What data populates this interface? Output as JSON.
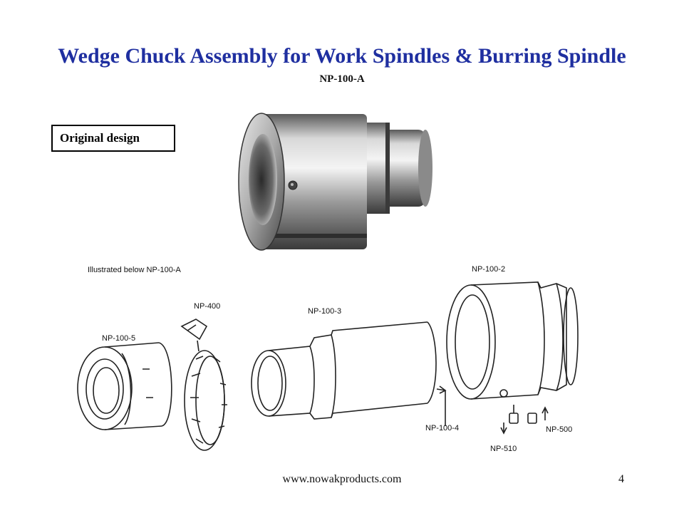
{
  "slide": {
    "title": "Wedge Chuck Assembly for Work Spindles & Burring Spindle",
    "subtitle": "NP-100-A",
    "original_design_label": "Original design"
  },
  "drawing": {
    "caption": "Illustrated below NP-100-A",
    "parts": {
      "np_100_5": "NP-100-5",
      "np_400": "NP-400",
      "np_100_3": "NP-100-3",
      "np_100_2": "NP-100-2",
      "np_100_4": "NP-100-4",
      "np_510": "NP-510",
      "np_500": "NP-500"
    }
  },
  "footer": {
    "url": "www.nowakproducts.com",
    "page_number": "4"
  }
}
